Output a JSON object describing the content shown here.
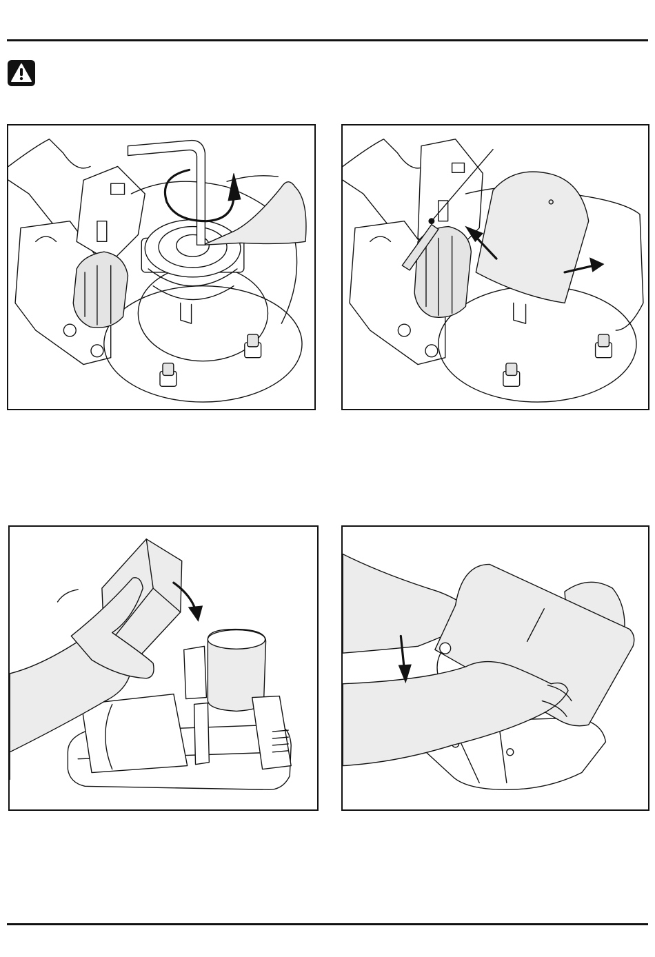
{
  "page": {
    "title": "",
    "colors": {
      "ink": "#111111",
      "shade": "#e4e4e4",
      "paper": "#ffffff"
    }
  },
  "warning": {
    "icon": "warning-triangle-icon"
  },
  "figures": [
    {
      "id": "fig-1",
      "depicts": "hex-key-loosening-bolt"
    },
    {
      "id": "fig-2",
      "depicts": "removing-cover-and-knob"
    },
    {
      "id": "fig-3",
      "depicts": "inserting-filter-housing"
    },
    {
      "id": "fig-4",
      "depicts": "fitting-cover-by-hand"
    }
  ]
}
